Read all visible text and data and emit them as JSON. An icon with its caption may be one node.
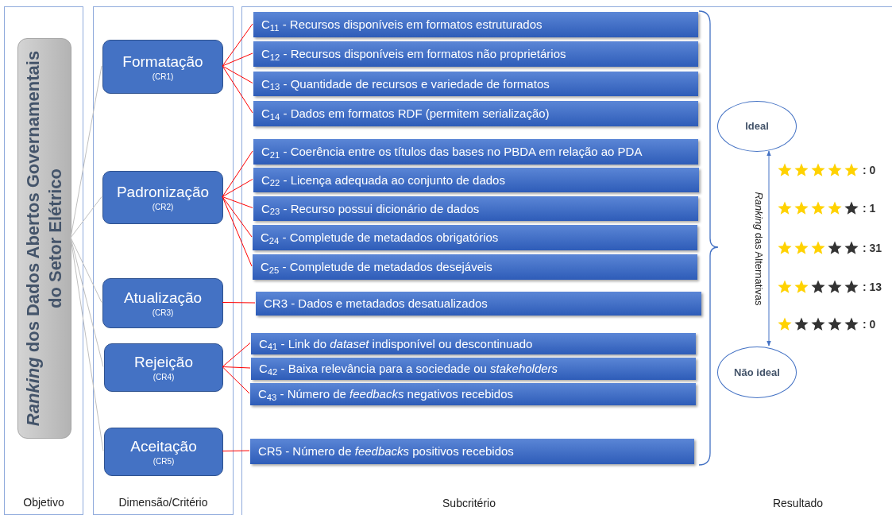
{
  "diagram": {
    "nodes": [
      {
        "text": [
          "Objetivo"
        ]
      },
      {
        "text": [
          "*Ranking* dos Dados Abertos Governamentais do Setor Elétrico"
        ],
        "in": 0
      },
      {
        "text": [
          "Dimensão/Critério"
        ]
      },
      {
        "text": [
          "Formatação",
          "(CR1)"
        ],
        "in": 2
      },
      {
        "text": [
          "Padronização",
          "(CR2)"
        ],
        "in": 2
      },
      {
        "text": [
          "Atualização",
          "(CR3)"
        ],
        "in": 2
      },
      {
        "text": [
          "Rejeição",
          "(CR4)"
        ],
        "in": 2
      },
      {
        "text": [
          "Aceitação",
          "(CR5)"
        ],
        "in": 2
      },
      {
        "text": [
          "Subcritério"
        ]
      },
      {
        "text": [
          "C$_{11}$ - Recursos disponíveis em formatos estruturados"
        ],
        "in": 8
      },
      {
        "text": [
          "C$_{12}$ - Recursos disponíveis em formatos não proprietários"
        ],
        "in": 8
      },
      {
        "text": [
          "C$_{13}$ - Quantidade de recursos e variedade de formatos"
        ],
        "in": 8
      },
      {
        "text": [
          "C$_{14}$ - Dados em formatos RDF (permitem serialização)"
        ],
        "in": 8
      },
      {
        "text": [
          "C$_{21}$ - Coerência entre os títulos das bases no PBDA em relação ao PDA"
        ],
        "in": 8
      },
      {
        "text": [
          "C$_{22}$ - Licença adequada ao conjunto de dados"
        ],
        "in": 8
      },
      {
        "text": [
          "C$_{23}$ - Recurso possui dicionário de dados"
        ],
        "in": 8
      },
      {
        "text": [
          "C$_{24}$ - Completude de metadados obrigatórios"
        ],
        "in": 8
      },
      {
        "text": [
          "C$_{25}$ - Completude de metadados desejáveis"
        ],
        "in": 8
      },
      {
        "text": [
          "CR3 - Dados e metadados desatualizados"
        ],
        "in": 8
      },
      {
        "text": [
          "C$_{41}$ - Link do *dataset* indisponível ou descontinuado"
        ],
        "in": 8
      },
      {
        "text": [
          "C$_{42}$ - Baixa relevância para a sociedade ou *stakeholders*"
        ],
        "in": 8
      },
      {
        "text": [
          "C$_{43}$ - Número de *feedbacks* negativos recebidos"
        ],
        "in": 8
      },
      {
        "text": [
          "CR5 - Número de *feedbacks* positivos recebidos"
        ],
        "in": 8
      },
      {
        "text": [
          "Resultado"
        ]
      },
      {
        "text": [
          "Ideal"
        ],
        "in": 23
      },
      {
        "text": [
          "Não ideal"
        ],
        "in": 23
      }
    ],
    "edges": [
      {
        "from": 1,
        "to": 3,
        "arrow": "none",
        "color": "#bfbfbf"
      },
      {
        "from": 1,
        "to": 4,
        "arrow": "none",
        "color": "#bfbfbf"
      },
      {
        "from": 1,
        "to": 5,
        "arrow": "none",
        "color": "#bfbfbf"
      },
      {
        "from": 1,
        "to": 6,
        "arrow": "none",
        "color": "#bfbfbf"
      },
      {
        "from": 1,
        "to": 7,
        "arrow": "none",
        "color": "#bfbfbf"
      },
      {
        "from": 3,
        "to": 9,
        "arrow": "none"
      },
      {
        "from": 3,
        "to": 10,
        "arrow": "none"
      },
      {
        "from": 3,
        "to": 11,
        "arrow": "none"
      },
      {
        "from": 3,
        "to": 12,
        "arrow": "none"
      },
      {
        "from": 4,
        "to": 13,
        "arrow": "none"
      },
      {
        "from": 4,
        "to": 14,
        "arrow": "none"
      },
      {
        "from": 4,
        "to": 15,
        "arrow": "none"
      },
      {
        "from": 4,
        "to": 16,
        "arrow": "none"
      },
      {
        "from": 4,
        "to": 17,
        "arrow": "none"
      },
      {
        "from": 5,
        "to": 18,
        "arrow": "none"
      },
      {
        "from": 6,
        "to": 19,
        "arrow": "none"
      },
      {
        "from": 6,
        "to": 20,
        "arrow": "none"
      },
      {
        "from": 6,
        "to": 21,
        "arrow": "none"
      },
      {
        "from": 7,
        "to": 22,
        "arrow": "none"
      },
      {
        "from": 24,
        "to": 25,
        "arrow": "both",
        "label": "*Ranking* das Alternativas",
        "color": "#4472c4"
      }
    ],
    "labels": [
      ": 0",
      ": 1",
      ": 31",
      ": 13",
      ": 0"
    ]
  }
}
